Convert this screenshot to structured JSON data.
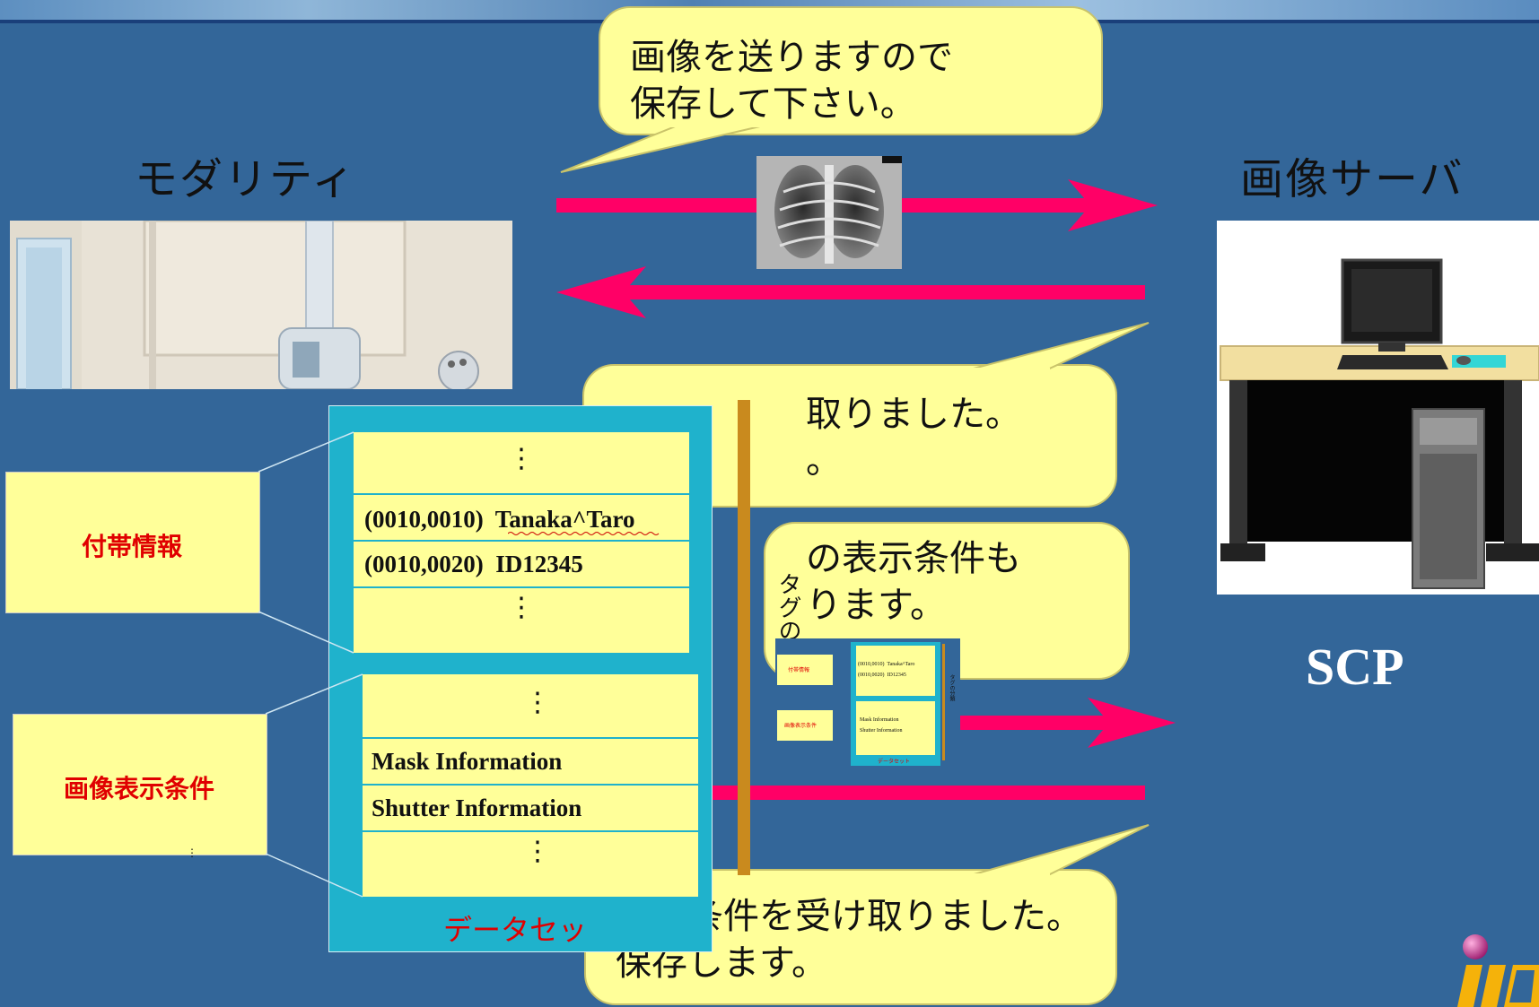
{
  "titles": {
    "modality": "モダリティ",
    "image_server": "画像サーバ",
    "scp": "SCP"
  },
  "bubbles": {
    "send_request": "画像を送りますので\n保存して下さい。",
    "received_partial": "取りました。\n。",
    "display_partial": "の表示条件も\nります。",
    "conditions_received": "表示条件を受け取りました。\n保存します。"
  },
  "annotations": {
    "attached_info": "付帯情報",
    "display_conditions": "画像表示条件",
    "vertical_partial": "タグの"
  },
  "dataset": {
    "ellipsis": "⋮",
    "row_patient_name": "(0010,0010)  Tanaka^Taro",
    "row_patient_id": "(0010,0020)  ID12345",
    "row_mask": "Mask Information",
    "row_shutter": "Shutter Information",
    "caption": "データセッ"
  },
  "mini_dataset": {
    "attached_info": "付帯情報",
    "display_conditions": "画像表示条件",
    "row_patient_name": "(0010,0010)  Tanaka^Taro",
    "row_patient_id": "(0010,0020)  ID12345",
    "row_mask": "Mask Information",
    "row_shutter": "Shutter Information",
    "caption": "データセット",
    "vertical": "タグの分類"
  },
  "colors": {
    "background": "#336699",
    "arrow": "#ff0066",
    "bubble": "#ffff99",
    "dataset_frame": "#1fb2cc",
    "label_red": "#e00000"
  }
}
